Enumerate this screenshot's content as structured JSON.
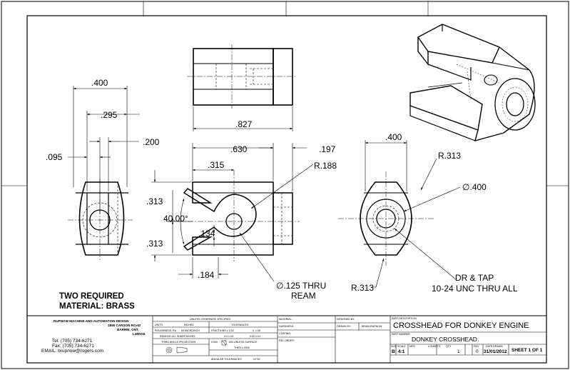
{
  "left_view": {
    "dims": [
      ".400",
      ".295",
      ".200",
      ".095"
    ]
  },
  "top_view": {
    "dims": [
      ".827"
    ]
  },
  "front_view": {
    "dims": [
      ".630",
      ".197",
      ".315",
      "R.188",
      ".313",
      "40.00°",
      ".134",
      ".313",
      ".184",
      "∅.125 THRU",
      "REAM"
    ]
  },
  "right_view": {
    "dims": [
      ".400",
      "R.313",
      "∅.400",
      "R.313",
      "DR & TAP",
      "10-24 UNC THRU ALL"
    ]
  },
  "notes": {
    "line1": "TWO REQUIRED",
    "line2": "MATERIAL: BRASS"
  },
  "company": {
    "name": "RUPNOW MACHINE AND AUTOMATION DESIGN",
    "addr1": "1895 CARSON ROAD",
    "addr2": "BARRIE, ONT.",
    "addr3": "L4M5S5",
    "tel": "Tel: (705) 734-6271",
    "fax": "Fax: (705) 734-6271",
    "email": "EMAIL: brupnow@rogers.com"
  },
  "tolerances": {
    "header": "UNLESS OTHERWISE SPECIFIED",
    "units_label": "UNITS:",
    "units_value": "INCHES",
    "tol_label": "TOLERANCES",
    "finish_label": "ROUGHNESS, Ra",
    "finish_value": "63 MICROINCH",
    "fractions": "FRACTIONS ± 1/32",
    "dec1": "0.  ±.05",
    "dec2": "0.0  ±.03",
    "dec3": "0.00  ±.01",
    "sharp": "REMOVE ALL SHARP EDGES",
    "dec4": "0.000",
    "dec4_note": ".000 UNLESS SURFACE",
    "projection": "THIRD ANGLE PROJECTION",
    "then": "THEN  ±.0005",
    "angular": "ANGULAR TOLERANCES",
    "angular_value": "±0°30'"
  },
  "approvals": {
    "material": "MATERIAL:",
    "hardness": "HARDNESS:",
    "coating": "COATING:",
    "release": "REL.ORDER:",
    "designed": "DESIGNED BY:",
    "drawn": "DRAWN BY:",
    "drawn_value": "BRIAN RUPNOW"
  },
  "title_block": {
    "desc_label": "PART DESCRIPTION",
    "title": "CROSSHEAD FOR DONKEY ENGINE",
    "part_label": "PART NUMBER",
    "part_number": "DONKEY CROSSHEAD.",
    "size_label": "SIZE",
    "size_value": "B",
    "scale_label": "SCALE",
    "scale_value": "4:1",
    "mfg_label": "MFG",
    "sheets_label": "# SHEETS",
    "qty_label": "QTY",
    "qty_value": "1",
    "rev_label": "REV",
    "rev_value": "0",
    "date_label": "DATE DRAWN",
    "date_value": "31/01/2012",
    "sheet": "SHEET 1 OF 1"
  }
}
